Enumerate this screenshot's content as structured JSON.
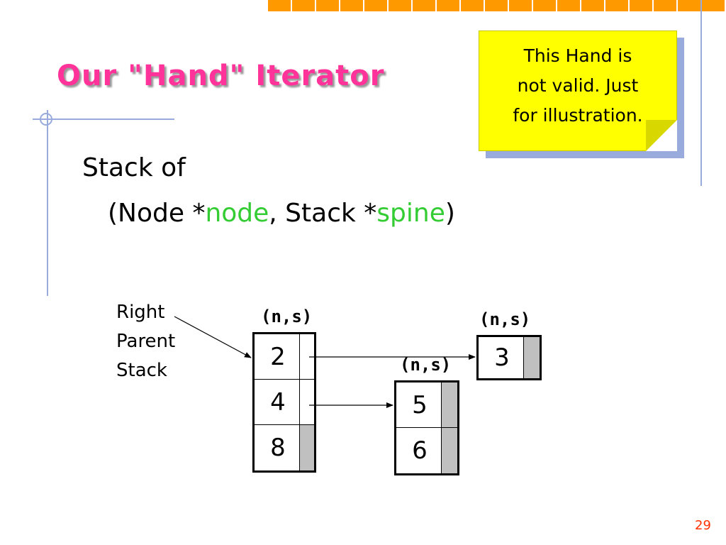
{
  "slide": {
    "title": "Our \"Hand\" Iterator",
    "page_number": "29",
    "colors": {
      "title": "#ff3399",
      "keyword": "#33cc33",
      "top_squares": "#ff9900",
      "frame_lines": "#99aadd",
      "note": "#ffff00",
      "page_number": "#ff3300"
    }
  },
  "note": {
    "lines": [
      "This Hand is",
      "not valid. Just",
      "for illustration."
    ]
  },
  "body": {
    "line1": "Stack of",
    "line2_open": "(Node *",
    "line2_kw1": "node",
    "line2_mid": ", Stack *",
    "line2_kw2": "spine",
    "line2_close": ")"
  },
  "diagram": {
    "label_lines": [
      "Right",
      "Parent",
      "Stack"
    ],
    "stacks": [
      {
        "caption": "(n,s)",
        "values": [
          "2",
          "4",
          "8"
        ],
        "pointer_null": [
          false,
          false,
          true
        ]
      },
      {
        "caption": "(n,s)",
        "values": [
          "5",
          "6"
        ],
        "pointer_null": [
          true,
          true
        ]
      },
      {
        "caption": "(n,s)",
        "values": [
          "3"
        ],
        "pointer_null": [
          true
        ]
      }
    ]
  }
}
